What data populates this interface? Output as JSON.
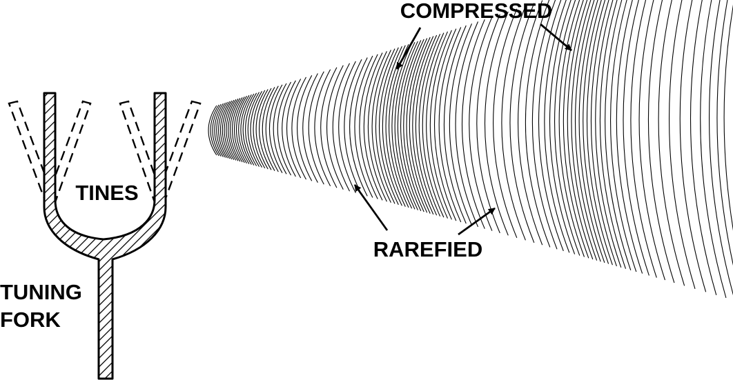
{
  "labels": {
    "compressed": "COMPRESSED",
    "rarefied": "RAREFIED",
    "tines": "TINES",
    "tuning_fork_line1": "TUNING",
    "tuning_fork_line2": "FORK"
  },
  "colors": {
    "ink": "#000000",
    "background": "#ffffff"
  }
}
